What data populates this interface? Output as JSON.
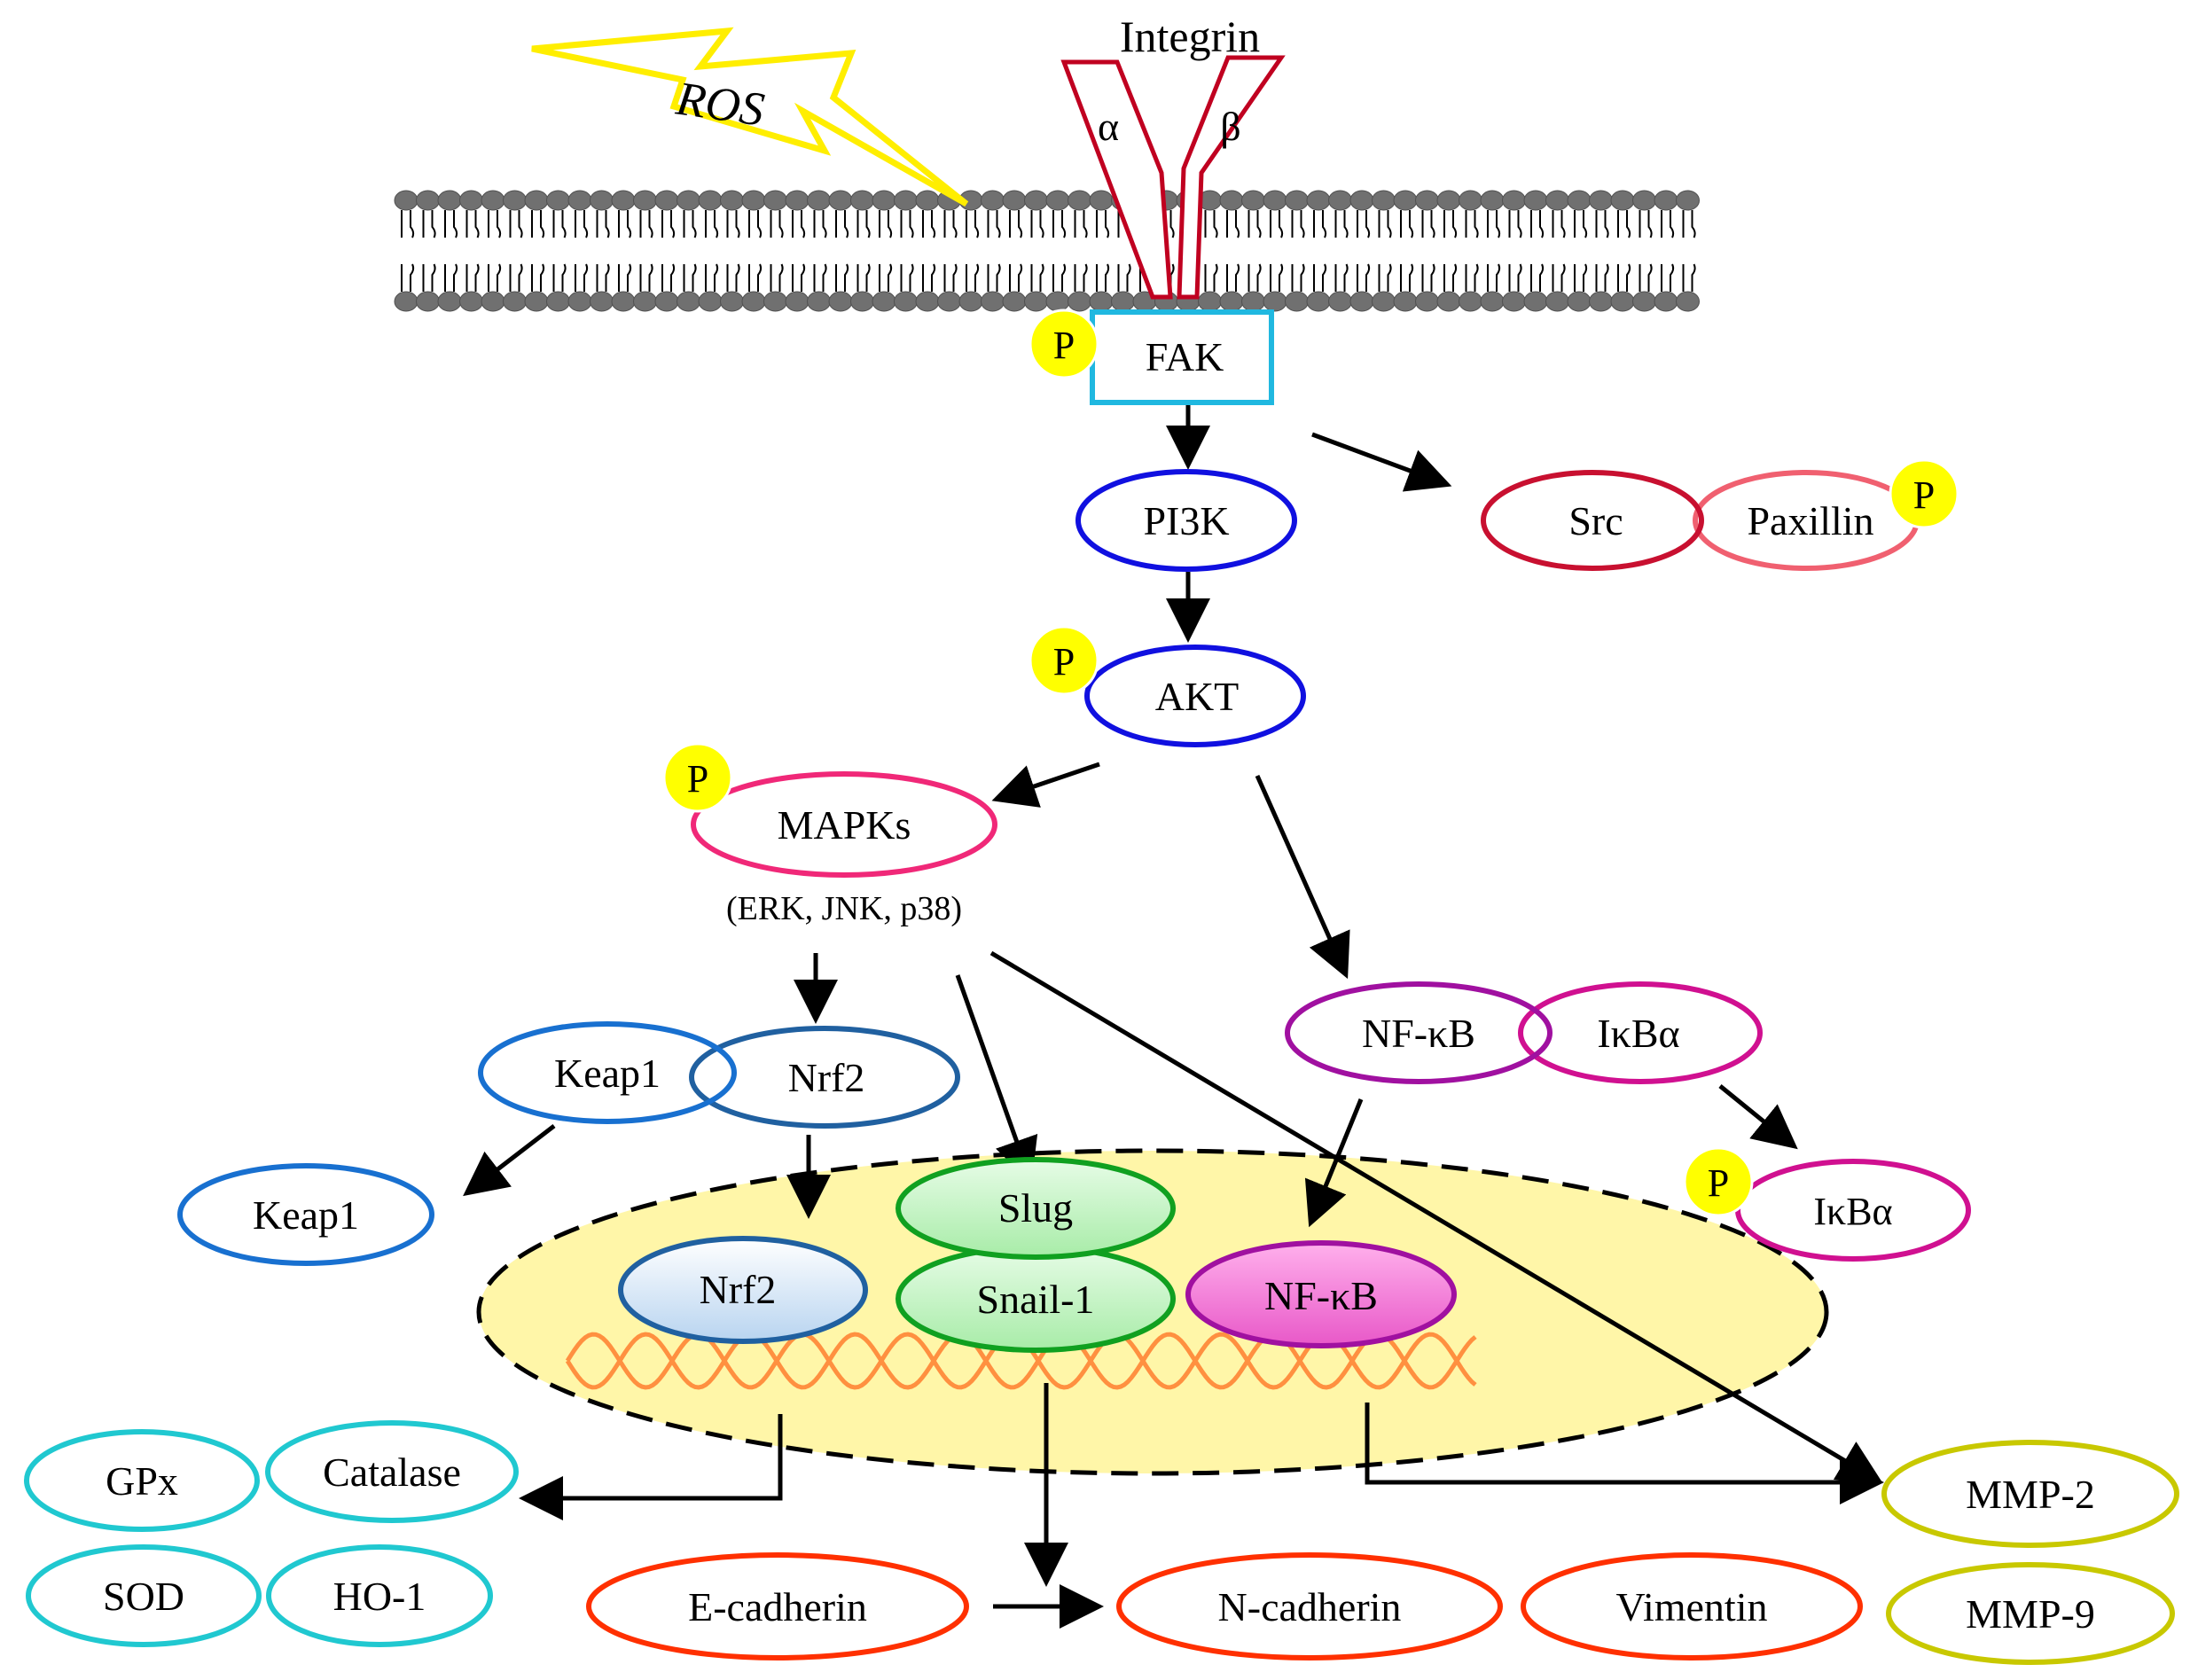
{
  "labels": {
    "ros": "ROS",
    "integrin": "Integrin",
    "alpha": "α",
    "beta": "β",
    "fak": "FAK",
    "pi3k": "PI3K",
    "src": "Src",
    "paxillin": "Paxillin",
    "akt": "AKT",
    "mapks": "MAPKs",
    "mapks_sub": "(ERK, JNK, p38)",
    "keap1_complex": "Keap1",
    "nrf2_complex": "Nrf2",
    "keap1_free": "Keap1",
    "nrf2_nuclear": "Nrf2",
    "slug": "Slug",
    "snail1": "Snail-1",
    "nfkb_nuclear": "NF-κB",
    "nfkb_complex": "NF-κB",
    "ikba_complex": "IκBα",
    "ikba_phospho": "IκBα",
    "gpx": "GPx",
    "catalase": "Catalase",
    "sod": "SOD",
    "ho1": "HO-1",
    "ecadherin": "E-cadherin",
    "ncadherin": "N-cadherin",
    "vimentin": "Vimentin",
    "mmp2": "MMP-2",
    "mmp9": "MMP-9",
    "phospho": "P"
  },
  "colors": {
    "ros": "#ffff00",
    "integrin": "#c00020",
    "fak": "#20b8e0",
    "blue": "#1010e0",
    "src": "#c81030",
    "paxillin": "#f06070",
    "mapks": "#f02878",
    "keap1": "#1870d0",
    "nrf2": "#2060a0",
    "nucleus_fill": "#fff6a8",
    "slug_fill": "#c8f5c8",
    "green": "#10a020",
    "nfkb_fill": "#f070d0",
    "purple": "#a010a0",
    "magenta": "#d01090",
    "teal": "#20c8d0",
    "orange": "#ff3000",
    "olive": "#c8c800",
    "phospho": "#ffff00",
    "dna": "#ff9040"
  }
}
